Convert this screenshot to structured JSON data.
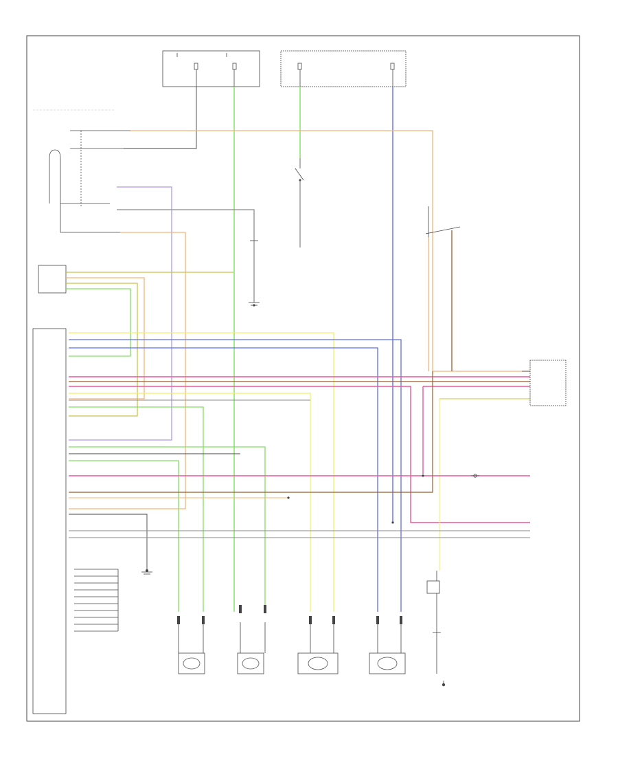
{
  "diagram": {
    "corner_label": "",
    "wire_colors": {
      "green": "#7fe05f",
      "blue": "#5b6cf0",
      "yellow": "#f3ee6a",
      "pink": "#f0559a",
      "orange": "#f6b377",
      "brown": "#9c5a2a",
      "olive": "#c9c24a",
      "lavender": "#b098e6",
      "gray": "#8a8a8a",
      "black": "#444444"
    },
    "components": [
      {
        "id": "fuse-box-left"
      },
      {
        "id": "fuse-box-right"
      },
      {
        "id": "abs-control-unit"
      },
      {
        "id": "lf-wheel-sensor"
      },
      {
        "id": "rf-wheel-sensor"
      },
      {
        "id": "lr-wheel-sensor"
      },
      {
        "id": "rr-wheel-sensor"
      },
      {
        "id": "brake-switch"
      },
      {
        "id": "data-link-connector"
      },
      {
        "id": "abs-pump-relay"
      }
    ]
  }
}
